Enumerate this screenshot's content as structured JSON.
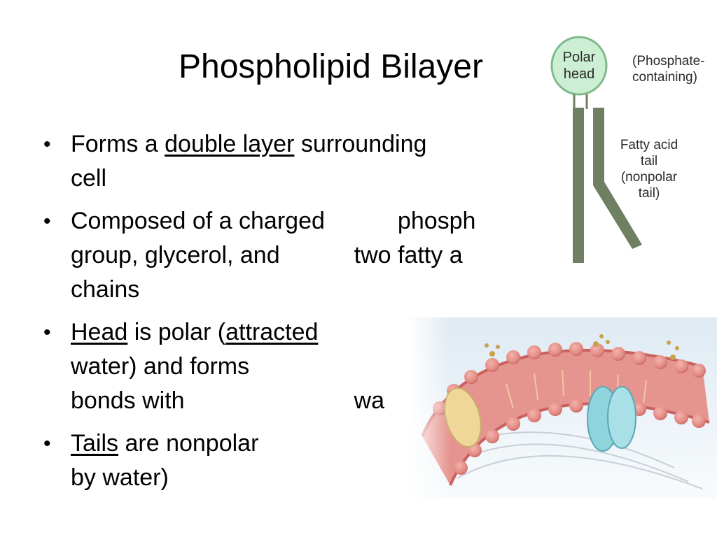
{
  "slide": {
    "title": "Phospholipid Bilayer",
    "bullets": [
      {
        "parts": [
          "Forms a ",
          "double layer",
          " surrounding",
          "cell"
        ]
      },
      {
        "parts": [
          "Composed of a charged",
          "phosph",
          "group, glycerol, and",
          "two fatty a",
          "chains"
        ]
      },
      {
        "parts": [
          "Head",
          " is polar (",
          "attracted",
          "water) and forms",
          "bonds with",
          "wa"
        ]
      },
      {
        "parts": [
          "Tails",
          " are nonpolar",
          "by water)"
        ]
      }
    ]
  },
  "diagram": {
    "head_label_line1": "Polar",
    "head_label_line2": "head",
    "phosphate_line1": "(Phosphate-",
    "phosphate_line2": "containing)",
    "tail_line1": "Fatty acid",
    "tail_line2": "tail",
    "tail_line3": "(nonpolar",
    "tail_line4": "tail)",
    "colors": {
      "head_fill": "#ccefd3",
      "head_stroke": "#7fb98a",
      "tail": "#6f7f62"
    }
  },
  "membrane_image": {
    "colors": {
      "lipid": "#e28a84",
      "lipid_dark": "#c9615e",
      "protein_blue": "#8fd3dd",
      "protein_yellow": "#efd79a",
      "bg_top": "#dfeaf3",
      "bg_bottom": "#f8fbfd"
    }
  }
}
